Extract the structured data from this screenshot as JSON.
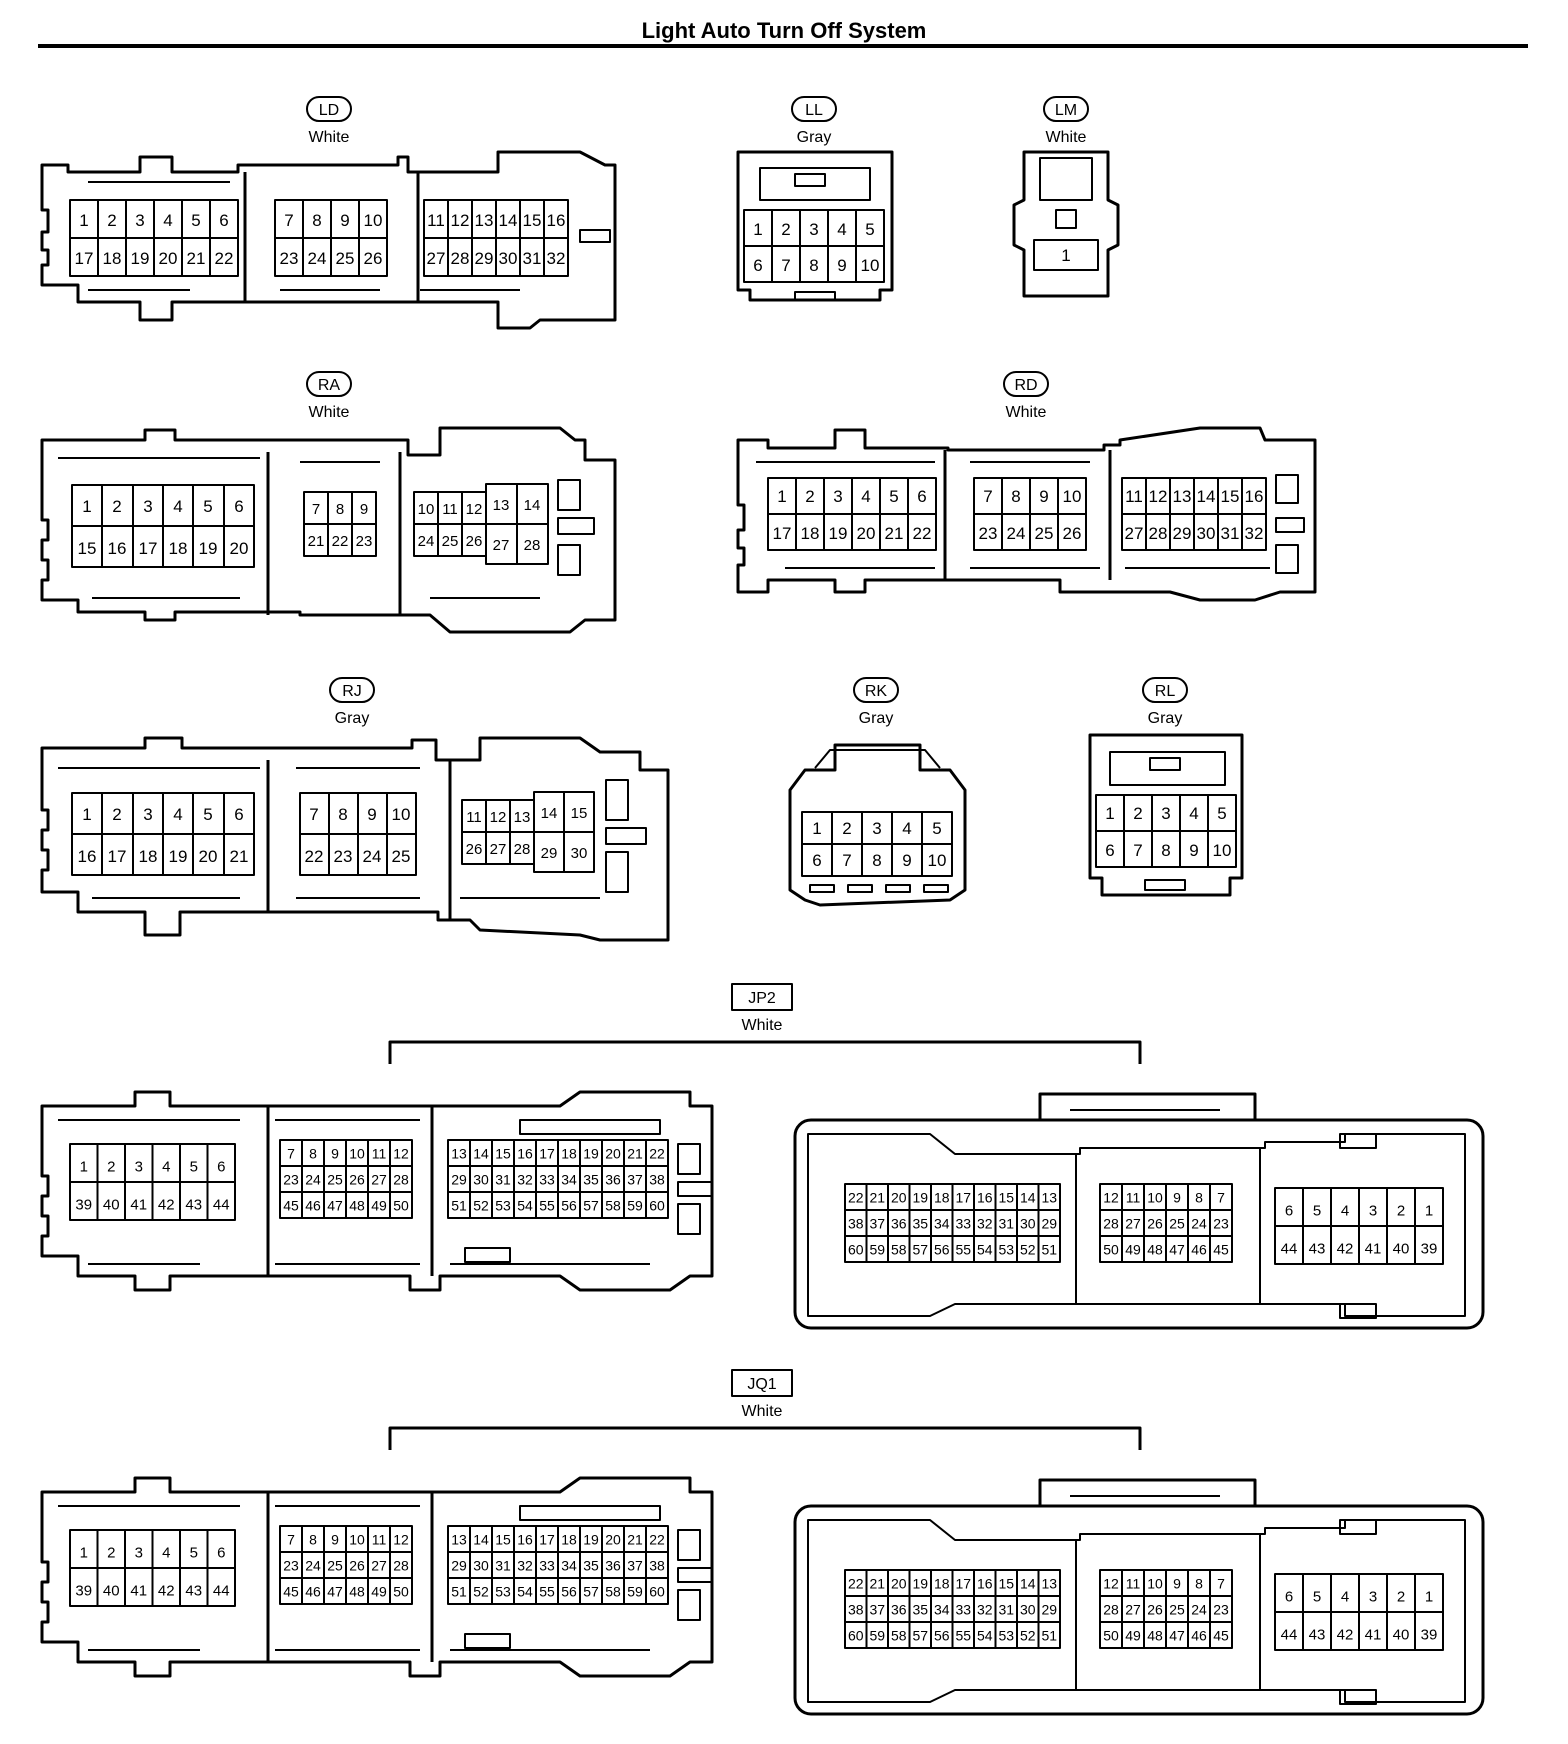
{
  "title": "Light Auto Turn Off System",
  "connectors": [
    {
      "id": "LD",
      "color": "White",
      "sections": [
        [
          "1",
          "2",
          "3",
          "4",
          "5",
          "6"
        ],
        [
          "17",
          "18",
          "19",
          "20",
          "21",
          "22"
        ],
        [
          "7",
          "8",
          "9",
          "10"
        ],
        [
          "23",
          "24",
          "25",
          "26"
        ],
        [
          "11",
          "12",
          "13",
          "14",
          "15",
          "16"
        ],
        [
          "27",
          "28",
          "29",
          "30",
          "31",
          "32"
        ]
      ]
    },
    {
      "id": "LL",
      "color": "Gray",
      "sections": [
        [
          "1",
          "2",
          "3",
          "4",
          "5"
        ],
        [
          "6",
          "7",
          "8",
          "9",
          "10"
        ]
      ]
    },
    {
      "id": "LM",
      "color": "White",
      "sections": [
        [
          "1"
        ]
      ]
    },
    {
      "id": "RA",
      "color": "White",
      "sections": [
        [
          "1",
          "2",
          "3",
          "4",
          "5",
          "6"
        ],
        [
          "15",
          "16",
          "17",
          "18",
          "19",
          "20"
        ],
        [
          "7",
          "8",
          "9"
        ],
        [
          "21",
          "22",
          "23"
        ],
        [
          "10",
          "11",
          "12",
          "13",
          "14"
        ],
        [
          "24",
          "25",
          "26",
          "27",
          "28"
        ]
      ]
    },
    {
      "id": "RD",
      "color": "White",
      "sections": [
        [
          "1",
          "2",
          "3",
          "4",
          "5",
          "6"
        ],
        [
          "17",
          "18",
          "19",
          "20",
          "21",
          "22"
        ],
        [
          "7",
          "8",
          "9",
          "10"
        ],
        [
          "23",
          "24",
          "25",
          "26"
        ],
        [
          "11",
          "12",
          "13",
          "14",
          "15",
          "16"
        ],
        [
          "27",
          "28",
          "29",
          "30",
          "31",
          "32"
        ]
      ]
    },
    {
      "id": "RJ",
      "color": "Gray",
      "sections": [
        [
          "1",
          "2",
          "3",
          "4",
          "5",
          "6"
        ],
        [
          "16",
          "17",
          "18",
          "19",
          "20",
          "21"
        ],
        [
          "7",
          "8",
          "9",
          "10"
        ],
        [
          "22",
          "23",
          "24",
          "25"
        ],
        [
          "11",
          "12",
          "13",
          "14",
          "15"
        ],
        [
          "26",
          "27",
          "28",
          "29",
          "30"
        ]
      ]
    },
    {
      "id": "RK",
      "color": "Gray",
      "sections": [
        [
          "1",
          "2",
          "3",
          "4",
          "5"
        ],
        [
          "6",
          "7",
          "8",
          "9",
          "10"
        ]
      ]
    },
    {
      "id": "RL",
      "color": "Gray",
      "sections": [
        [
          "1",
          "2",
          "3",
          "4",
          "5"
        ],
        [
          "6",
          "7",
          "8",
          "9",
          "10"
        ]
      ]
    },
    {
      "id": "JP2",
      "color": "White",
      "sections": []
    },
    {
      "id": "JQ1",
      "color": "White",
      "sections": []
    }
  ],
  "junction_pins": {
    "left": {
      "a": [
        [
          "1",
          "2",
          "3",
          "4",
          "5",
          "6"
        ],
        [
          "39",
          "40",
          "41",
          "42",
          "43",
          "44"
        ]
      ],
      "b": [
        [
          "7",
          "8",
          "9",
          "10",
          "11",
          "12"
        ],
        [
          "23",
          "24",
          "25",
          "26",
          "27",
          "28"
        ],
        [
          "45",
          "46",
          "47",
          "48",
          "49",
          "50"
        ]
      ],
      "c": [
        [
          "13",
          "14",
          "15",
          "16",
          "17",
          "18",
          "19",
          "20",
          "21",
          "22"
        ],
        [
          "29",
          "30",
          "31",
          "32",
          "33",
          "34",
          "35",
          "36",
          "37",
          "38"
        ],
        [
          "51",
          "52",
          "53",
          "54",
          "55",
          "56",
          "57",
          "58",
          "59",
          "60"
        ]
      ]
    },
    "right": {
      "a": [
        [
          "22",
          "21",
          "20",
          "19",
          "18",
          "17",
          "16",
          "15",
          "14",
          "13"
        ],
        [
          "38",
          "37",
          "36",
          "35",
          "34",
          "33",
          "32",
          "31",
          "30",
          "29"
        ],
        [
          "60",
          "59",
          "58",
          "57",
          "56",
          "55",
          "54",
          "53",
          "52",
          "51"
        ]
      ],
      "b": [
        [
          "12",
          "11",
          "10",
          "9",
          "8",
          "7"
        ],
        [
          "28",
          "27",
          "26",
          "25",
          "24",
          "23"
        ],
        [
          "50",
          "49",
          "48",
          "47",
          "46",
          "45"
        ]
      ],
      "c": [
        [
          "6",
          "5",
          "4",
          "3",
          "2",
          "1"
        ],
        [
          "44",
          "43",
          "42",
          "41",
          "40",
          "39"
        ]
      ]
    }
  }
}
